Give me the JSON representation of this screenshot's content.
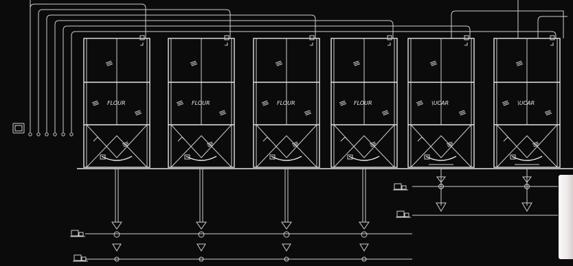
{
  "silos": [
    {
      "label": "FLOUR"
    },
    {
      "label": "FLOUR"
    },
    {
      "label": "FLOUR"
    },
    {
      "label": "FLOUR"
    },
    {
      "label": "\\UCAR"
    },
    {
      "label": "\\UCAR"
    }
  ],
  "icons": {
    "control_panel": "control-panel-icon",
    "blower": "blower-unit-icon",
    "valve": "rotary-valve-icon",
    "filter": "filter-icon",
    "hopper": "weigh-hopper-icon"
  },
  "colors": {
    "background": "#0b0b0c",
    "line": "#cfcfcf"
  }
}
